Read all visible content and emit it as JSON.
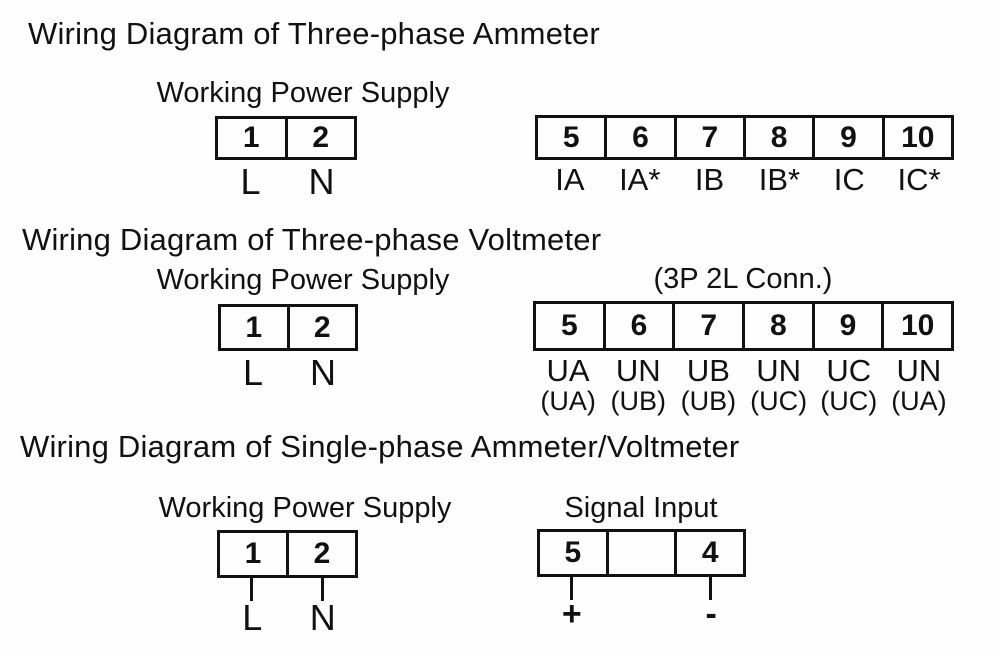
{
  "page": {
    "bg_color": "#fefefe",
    "ink_color": "#111111"
  },
  "sections": [
    {
      "title": "Wiring Diagram of Three-phase Ammeter",
      "power": {
        "label": "Working Power Supply",
        "terminals": [
          "1",
          "2"
        ],
        "pins": [
          "L",
          "N"
        ]
      },
      "signal": {
        "terminals": [
          "5",
          "6",
          "7",
          "8",
          "9",
          "10"
        ],
        "pins": [
          "IA",
          "IA*",
          "IB",
          "IB*",
          "IC",
          "IC*"
        ]
      }
    },
    {
      "title": "Wiring Diagram of Three-phase Voltmeter",
      "power": {
        "label": "Working Power Supply",
        "terminals": [
          "1",
          "2"
        ],
        "pins": [
          "L",
          "N"
        ]
      },
      "signal": {
        "label": "(3P 2L Conn.)",
        "terminals": [
          "5",
          "6",
          "7",
          "8",
          "9",
          "10"
        ],
        "pins": [
          "UA",
          "UN",
          "UB",
          "UN",
          "UC",
          "UN"
        ],
        "alt_pins": [
          "(UA)",
          "(UB)",
          "(UB)",
          "(UC)",
          "(UC)",
          "(UA)"
        ]
      }
    },
    {
      "title": "Wiring Diagram of Single-phase Ammeter/Voltmeter",
      "power": {
        "label": "Working Power Supply",
        "terminals": [
          "1",
          "2"
        ],
        "pins": [
          "L",
          "N"
        ]
      },
      "signal": {
        "label": "Signal Input",
        "terminals": [
          "5",
          "",
          "4"
        ],
        "pins": [
          "+",
          "",
          "-"
        ]
      }
    }
  ]
}
